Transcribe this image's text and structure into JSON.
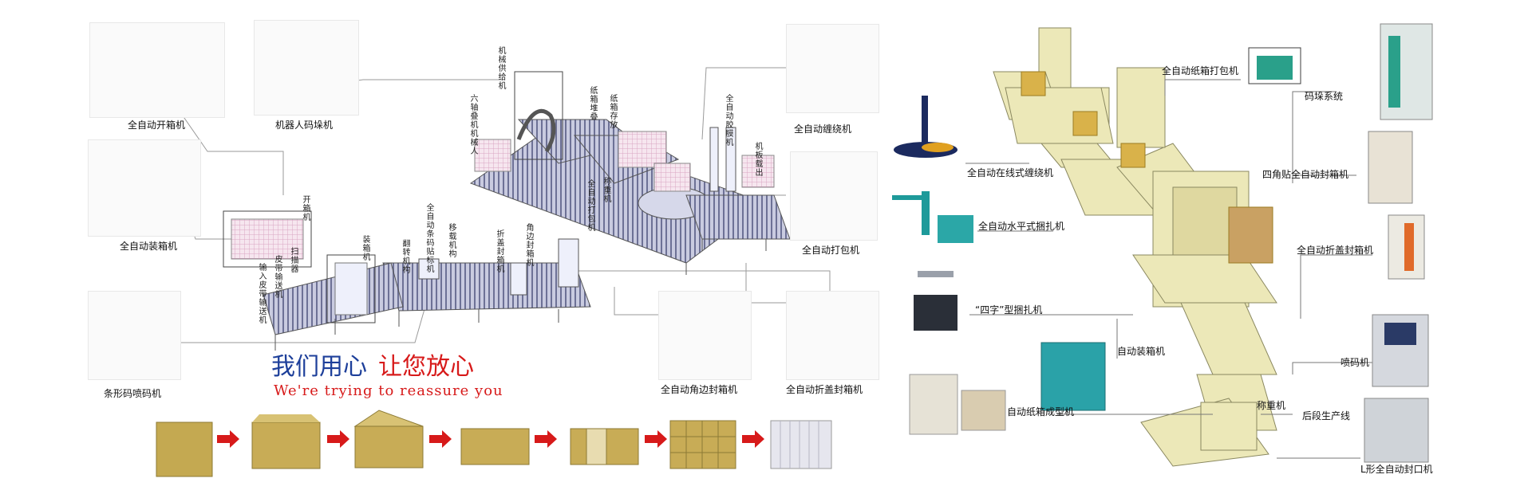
{
  "colors": {
    "accent_red": "#d71a1a",
    "accent_blue": "#1d3f9a",
    "conveyor": "#8a8fb0",
    "pink": "#e7b7d0",
    "box": "#cdb25a",
    "right_line": "#ece8b8"
  },
  "left": {
    "labels": {
      "auto_open_box": "全自动开箱机",
      "robot_palletizer": "机器人码垛机",
      "auto_packing": "全自动装箱机",
      "barcode_inkjet": "条形码喷码机",
      "auto_wrapping": "全自动缠绕机",
      "auto_strapping": "全自动打包机",
      "corner_sealer": "全自动角边封箱机",
      "fold_sealer": "全自动折盖封箱机"
    },
    "vertical_labels": [
      "机械供给机",
      "六轴叠机机械人",
      "纸箱堆叠",
      "纸箱存放",
      "全自动胶膜机",
      "机板载出",
      "开箱机",
      "装箱机",
      "翻转机构",
      "移载机构",
      "折盖封箱机",
      "角边封箱机",
      "全自动打包机",
      "全自动条码贴标机",
      "称重机",
      "扫描器",
      "皮带输送机",
      "输入皮带输送机"
    ],
    "slogan": {
      "part1": "我们用心",
      "part2": "让您放心",
      "english": "We're trying to reassure you"
    }
  },
  "right": {
    "labels": {
      "inline_wrapping": "全自动在线式缠绕机",
      "horizontal_strap": "全自动水平式捆扎机",
      "four_strap": "“四字”型捆扎机",
      "carton_former": "自动纸箱成型机",
      "auto_boxing": "自动装箱机",
      "carton_strapping": "全自动纸箱打包机",
      "palletizing": "码垛系统",
      "four_corner_sealer": "四角贴全自动封箱机",
      "fold_sealer": "全自动折盖封箱机",
      "inkjet": "喷码机",
      "weigher": "称重机",
      "back_line": "后段生产线",
      "l_sealer": "L形全自动封口机"
    }
  }
}
